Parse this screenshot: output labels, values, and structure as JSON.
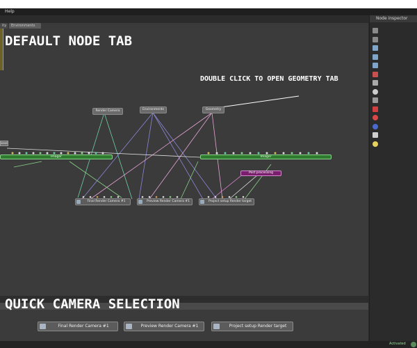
{
  "menu": {
    "help": "Help"
  },
  "tabs": {
    "partial": "ity",
    "environments": "Environments"
  },
  "inspector": {
    "title": "Node inspector"
  },
  "captions": {
    "default_node_tab": "DEFAULT NODE TAB",
    "double_click": "DOUBLE CLICK TO OPEN GEOMETRY TAB",
    "quick_camera": "QUICK CAMERA SELECTION"
  },
  "graph": {
    "render_camera": "Render Camera",
    "environments": "Environments",
    "geometry": "Geometry",
    "imager_left": "Imager",
    "imager_right": "Imager",
    "post_processing": "Post processing",
    "env_partial": "ional",
    "cameras": [
      "Final Render Camera #1",
      "Preview Render Camera #1",
      "Project setup Render target"
    ]
  },
  "quick_cameras": [
    "Final Render Camera #1",
    "Preview Render Camera #1",
    "Project setup Render target"
  ],
  "status": {
    "activated": "Activated"
  },
  "colors": {
    "accent_green": "#2e7a2e",
    "post_processing": "#7a1f6e",
    "link_white": "#e0e0e0"
  }
}
